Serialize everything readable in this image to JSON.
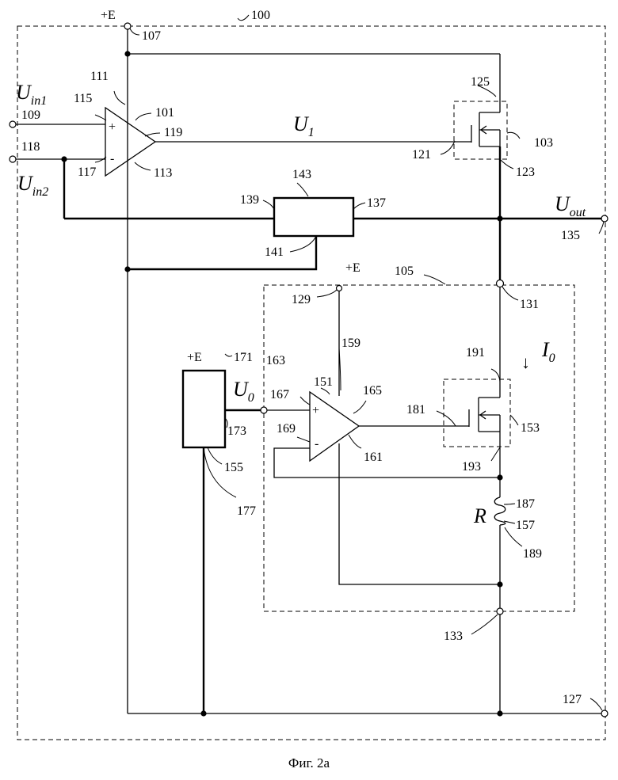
{
  "labels": {
    "n100": "100",
    "n101": "101",
    "n103": "103",
    "n105": "105",
    "n107": "107",
    "n109": "109",
    "n111": "111",
    "n113": "113",
    "n115": "115",
    "n117": "117",
    "n118": "118",
    "n119": "119",
    "n121": "121",
    "n123": "123",
    "n125": "125",
    "n127": "127",
    "n129": "129",
    "n131": "131",
    "n133": "133",
    "n135": "135",
    "n137": "137",
    "n139": "139",
    "n141": "141",
    "n143": "143",
    "n151": "151",
    "n153": "153",
    "n155": "155",
    "n157": "157",
    "n159": "159",
    "n161": "161",
    "n163": "163",
    "n165": "165",
    "n167": "167",
    "n169": "169",
    "n171": "171",
    "n173": "173",
    "n177": "177",
    "n181": "181",
    "n187": "187",
    "n189": "189",
    "n191": "191",
    "n193": "193"
  },
  "supply": {
    "top": "+E",
    "reg": "+E",
    "ref": "+E"
  },
  "signals": {
    "uin1_main": "U",
    "uin1_sub": "in1",
    "uin2_main": "U",
    "uin2_sub": "in2",
    "u1_main": "U",
    "u1_sub": "1",
    "uout_main": "U",
    "uout_sub": "out",
    "u0_main": "U",
    "u0_sub": "0",
    "i0_arrow": "↓",
    "i0_main": "I",
    "i0_sub": "0",
    "r": "R"
  },
  "opamp_signs": {
    "plus": "+",
    "minus": "-"
  },
  "caption": "Фиг. 2а"
}
